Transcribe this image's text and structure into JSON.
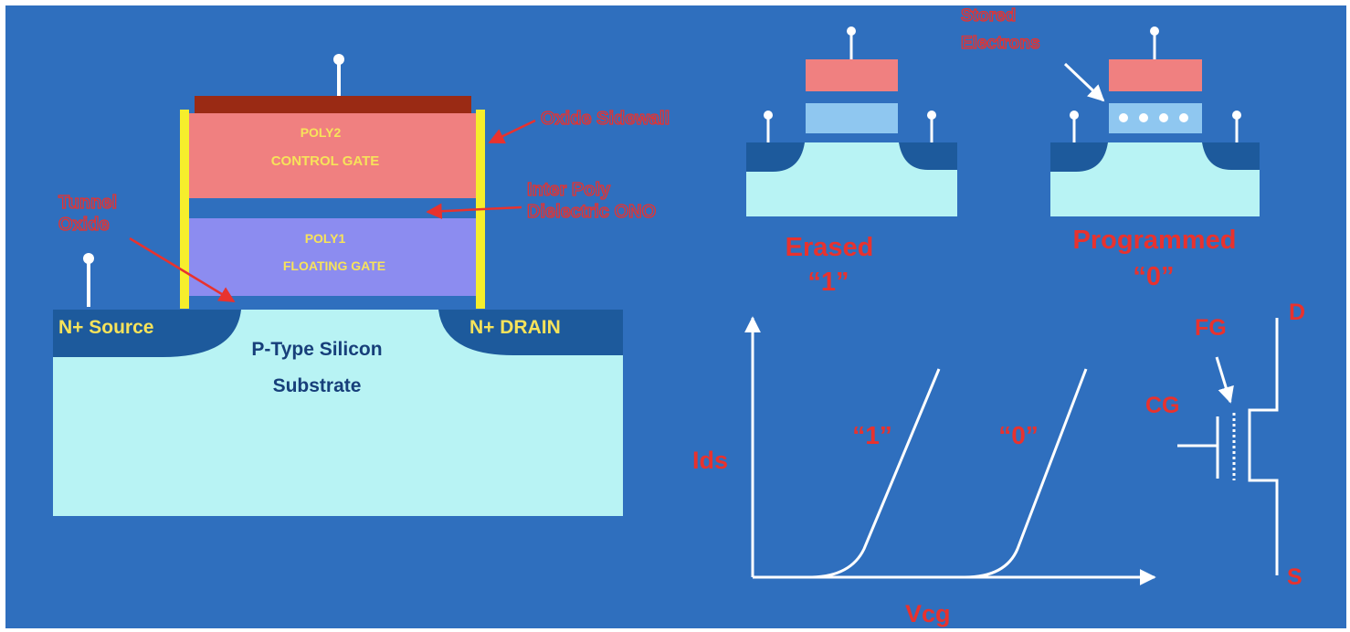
{
  "colors": {
    "background": "#2f6fbe",
    "substrate": "#b8f3f4",
    "diffusion": "#1d5a9c",
    "control_gate": "#f08080",
    "floating_gate": "#8c8cf0",
    "oxide_sidewall": "#f6ee2c",
    "gate_contact": "#9a2a14",
    "label_red": "#e8322e",
    "label_yellow": "#f7e35a"
  },
  "cell": {
    "poly2_line1": "POLY2",
    "poly2_line2": "CONTROL GATE",
    "poly1_line1": "POLY1",
    "poly1_line2": "FLOATING GATE",
    "source": "N+ Source",
    "drain": "N+ DRAIN",
    "substrate_line1": "P-Type Silicon",
    "substrate_line2": "Substrate"
  },
  "annotations": {
    "oxide_sidewall": "Oxide Sidewall",
    "inter_poly_line1": "Inter Poly",
    "inter_poly_line2": "Dielectric ONO",
    "tunnel_line1": "Tunnel",
    "tunnel_line2": "Oxide",
    "stored_line1": "Stored",
    "stored_line2": "Electrons"
  },
  "states": {
    "erased_label": "Erased",
    "erased_value": "“1”",
    "programmed_label": "Programmed",
    "programmed_value": "“0”"
  },
  "graph": {
    "y_axis": "Ids",
    "x_axis": "Vcg",
    "curve_1": "“1”",
    "curve_0": "“0”"
  },
  "symbol": {
    "drain": "D",
    "source": "S",
    "control_gate": "CG",
    "floating_gate": "FG"
  }
}
